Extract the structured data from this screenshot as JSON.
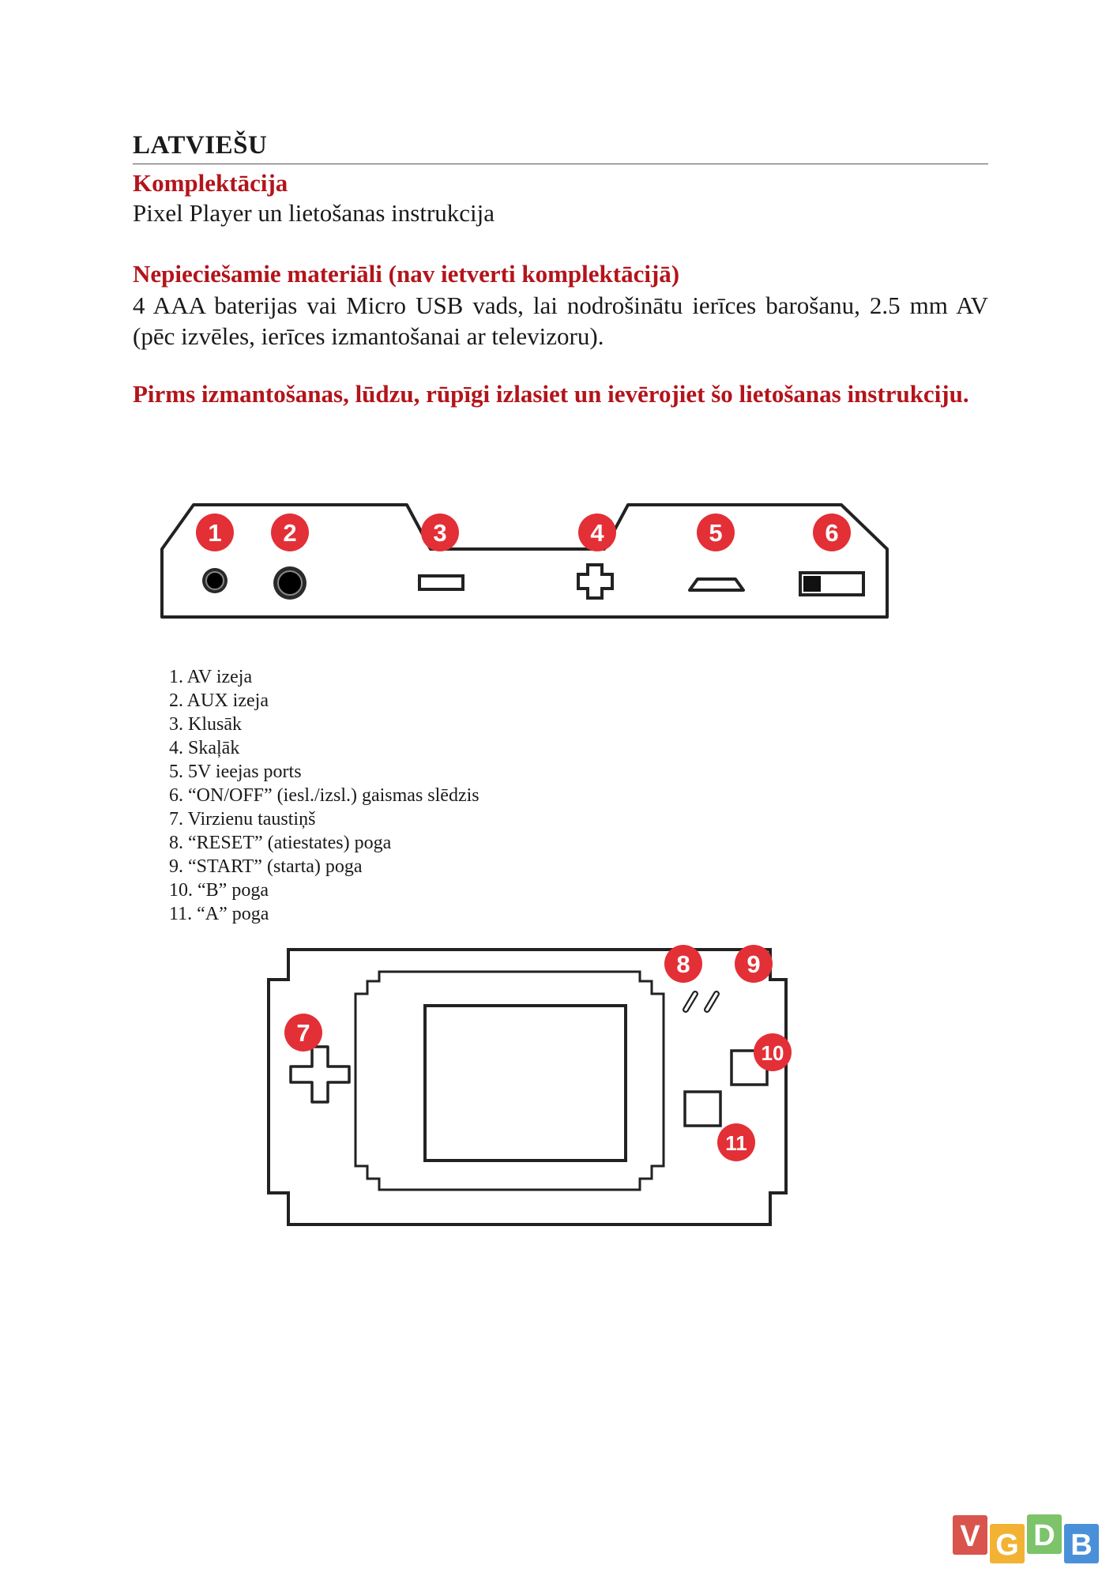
{
  "document": {
    "language_heading": "LATVIEŠU",
    "package_contents": {
      "title": "Komplektācija",
      "text": "Pixel Player un lietošanas instrukcija"
    },
    "required_materials": {
      "title": "Nepieciešamie materiāli (nav ietverti komplektācijā)",
      "text": "4 AAA baterijas vai Micro USB vads, lai nodrošinātu ierīces barošanu, 2.5 mm AV (pēc izvēles, ierīces izmantošanai ar televizoru)."
    },
    "warning": "Pirms izmantošanas, lūdzu, rūpīgi izlasiet un ievērojiet šo lietošanas instrukciju."
  },
  "diagram_side": {
    "markers": [
      "1",
      "2",
      "3",
      "4",
      "5",
      "6"
    ]
  },
  "parts": [
    "1. AV izeja",
    "2. AUX izeja",
    "3. Klusāk",
    "4. Skaļāk",
    "5. 5V ieejas ports",
    "6. “ON/OFF” (iesl./izsl.) gaismas slēdzis",
    "7. Virzienu taustiņš",
    "8. “RESET” (atiestates) poga",
    "9. “START” (starta) poga",
    "10. “B” poga",
    "11. “A” poga"
  ],
  "diagram_front": {
    "markers": [
      "7",
      "8",
      "9",
      "10",
      "11"
    ]
  },
  "logo": {
    "letters": [
      "V",
      "G",
      "D",
      "B"
    ],
    "colors": [
      "#d9544d",
      "#f2b233",
      "#7cc36a",
      "#4a90d9"
    ]
  },
  "colors": {
    "accent_red": "#b3141b",
    "marker_red": "#e32f36"
  }
}
